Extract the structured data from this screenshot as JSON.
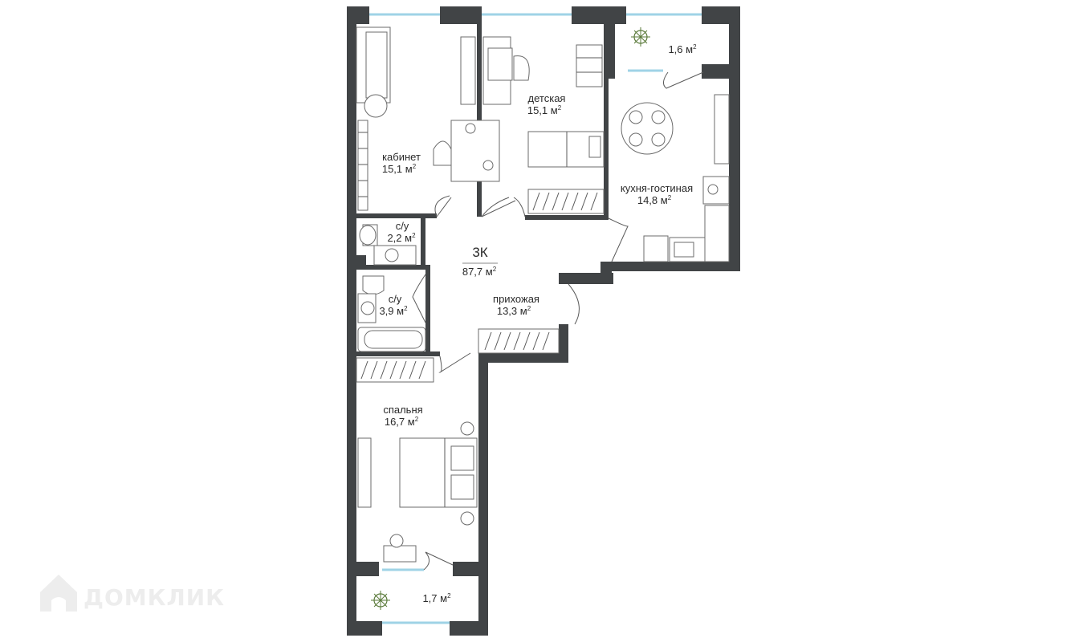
{
  "plan": {
    "type_badge": "3К",
    "total_area": "87,7 м",
    "unit_sup": "2",
    "rooms": [
      {
        "id": "kabinet",
        "name": "кабинет",
        "area": "15,1 м"
      },
      {
        "id": "detskaya",
        "name": "детская",
        "area": "15,1 м"
      },
      {
        "id": "balcony-top",
        "name": "",
        "area": "1,6 м"
      },
      {
        "id": "kitchen",
        "name": "кухня-гостиная",
        "area": "14,8 м"
      },
      {
        "id": "bath-small",
        "name": "с/у",
        "area": "2,2 м"
      },
      {
        "id": "bath-large",
        "name": "с/у",
        "area": "3,9 м"
      },
      {
        "id": "hall",
        "name": "прихожая",
        "area": "13,3 м"
      },
      {
        "id": "bedroom",
        "name": "спальня",
        "area": "16,7 м"
      },
      {
        "id": "balcony-bottom",
        "name": "",
        "area": "1,7 м"
      }
    ]
  },
  "watermark": {
    "text": "ДОМКЛИК",
    "icon": "house-logo-icon"
  },
  "colors": {
    "wall": "#414446",
    "glass": "#9fd3e6",
    "watermark": "#ededed"
  }
}
